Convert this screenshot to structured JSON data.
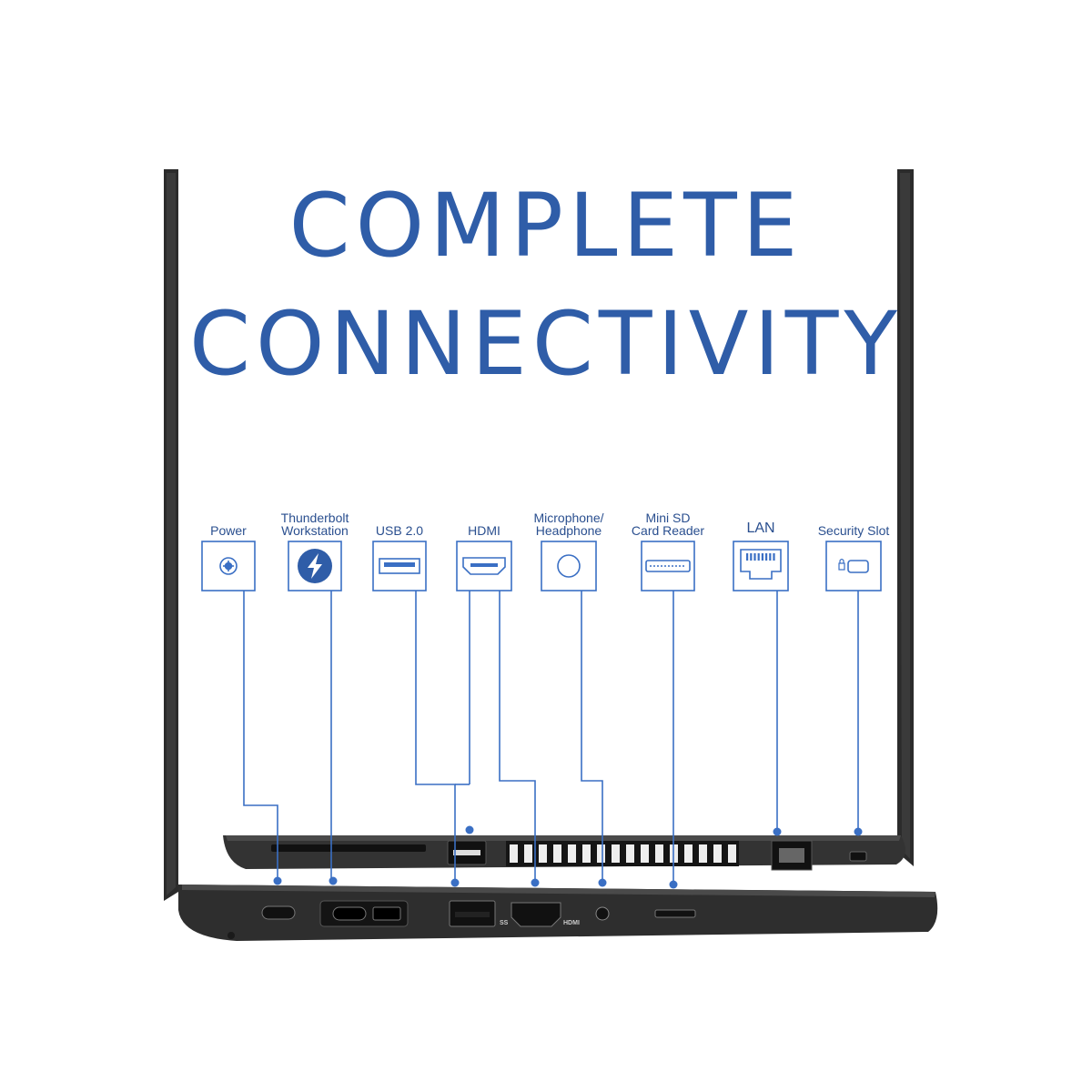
{
  "headline": {
    "line1": "COMPLETE",
    "line2": "CONNECTIVITY"
  },
  "ports": [
    {
      "id": "power",
      "label_lines": [
        "Power"
      ],
      "icon": "power-icon"
    },
    {
      "id": "thunderbolt",
      "label_lines": [
        "Thunderbolt",
        "Workstation"
      ],
      "icon": "thunderbolt-icon"
    },
    {
      "id": "usb2",
      "label_lines": [
        "USB 2.0"
      ],
      "icon": "usb-icon"
    },
    {
      "id": "hdmi",
      "label_lines": [
        "HDMI"
      ],
      "icon": "hdmi-icon"
    },
    {
      "id": "audio",
      "label_lines": [
        "Microphone/",
        "Headphone"
      ],
      "icon": "headphone-jack-icon"
    },
    {
      "id": "sd",
      "label_lines": [
        "Mini SD",
        "Card Reader"
      ],
      "icon": "sd-card-icon"
    },
    {
      "id": "lan",
      "label_lines": [
        "LAN"
      ],
      "icon": "ethernet-icon"
    },
    {
      "id": "security",
      "label_lines": [
        "Security Slot"
      ],
      "icon": "lock-slot-icon"
    }
  ],
  "laptop_markings": {
    "hdmi": "HDMI",
    "usb": "SS"
  },
  "colors": {
    "accent": "#2f5da8",
    "line": "#3a6fc4",
    "laptop": "#2b2b2b",
    "laptop_edge": "#1a1a1a"
  }
}
